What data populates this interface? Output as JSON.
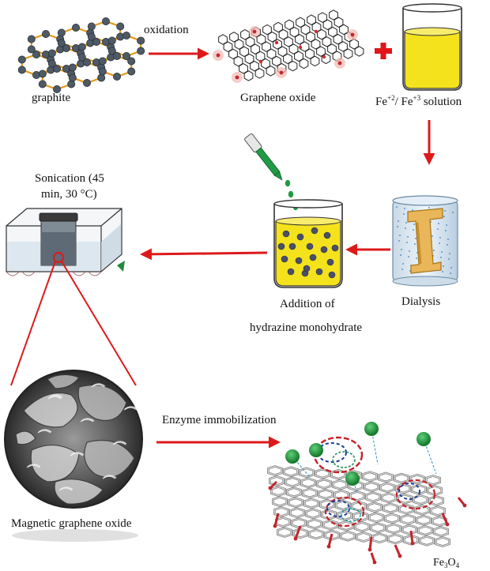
{
  "labels": {
    "graphite": "graphite",
    "oxidation": "oxidation",
    "graphene_oxide": "Graphene oxide",
    "fe_solution": {
      "fe": "Fe",
      "charge2": "+2",
      "sep": "/ Fe",
      "charge3": "+3",
      "rest": " solution"
    },
    "sonication_line1": "Sonication (45",
    "sonication_line2": "min, 30 °C)",
    "addition_line1": "Addition of",
    "addition_line2": "hydrazine monohydrate",
    "dialysis": "Dialysis",
    "enzyme_immobilization": "Enzyme immobilization",
    "magnetic_graphene_oxide": "Magnetic graphene oxide",
    "fe3o4": {
      "fe": "Fe",
      "n3": "3",
      "o": "O",
      "n4": "4"
    }
  },
  "colors": {
    "arrow": "#dd1a1a",
    "solution_yellow": "#f4e21c",
    "plus": "#e0161b",
    "nanoparticle": "#1d9b3c",
    "lattice_bond": "#e29a1c",
    "lattice_atom": "#4e5a66"
  },
  "icons": [
    "graphite-lattice",
    "graphene-oxide-sheet",
    "beaker-yellow",
    "dropper",
    "dialysis-bag",
    "sonicator",
    "sem-image",
    "enzyme-graphene"
  ]
}
